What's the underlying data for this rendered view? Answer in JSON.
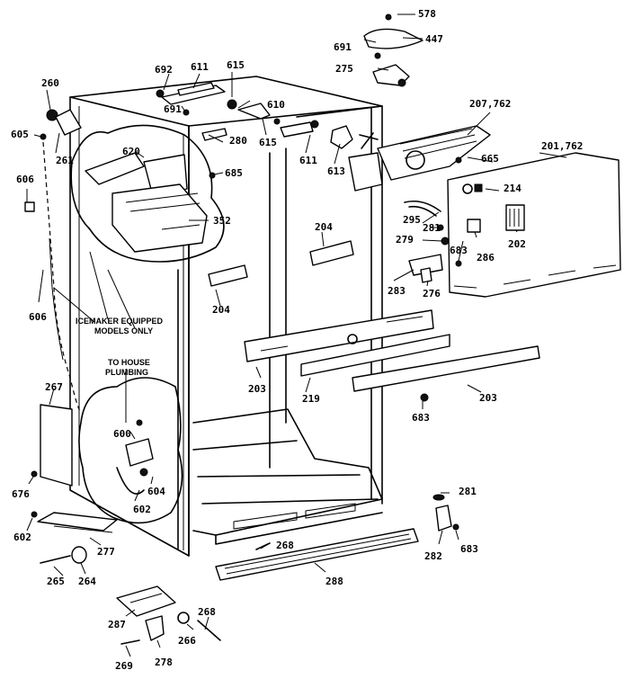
{
  "diagram": {
    "type": "exploded-parts-view",
    "part_labels": [
      "578",
      "447",
      "691",
      "275",
      "692",
      "611",
      "615",
      "691",
      "610",
      "207,762",
      "260",
      "605",
      "261",
      "620",
      "280",
      "615",
      "611",
      "613",
      "665",
      "201,762",
      "606",
      "685",
      "352",
      "214",
      "295",
      "204",
      "281",
      "279",
      "683",
      "202",
      "286",
      "204",
      "283",
      "276",
      "606",
      "203",
      "219",
      "203",
      "267",
      "683",
      "600",
      "604",
      "602",
      "281",
      "676",
      "602",
      "277",
      "268",
      "282",
      "683",
      "265",
      "264",
      "288",
      "287",
      "268",
      "266",
      "269",
      "278"
    ],
    "notes": {
      "icemaker_line1": "ICEMAKER EQUIPPED",
      "icemaker_line2": "MODELS ONLY",
      "plumbing_line1": "TO HOUSE",
      "plumbing_line2": "PLUMBING"
    }
  }
}
